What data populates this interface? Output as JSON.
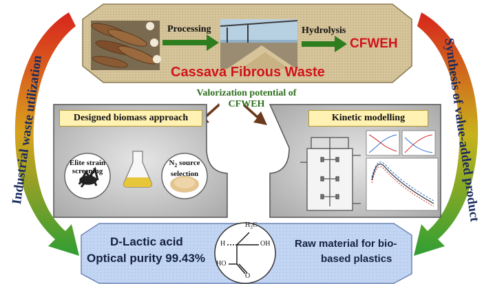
{
  "top": {
    "process_label": "Processing",
    "hydrolysis_label": "Hydrolysis",
    "product_label": "CFWEH",
    "source_label": "Cassava Fibrous Waste"
  },
  "center": {
    "line1": "Valorization potential of",
    "line2": "CFWEH"
  },
  "left_panel": {
    "title": "Designed biomass approach",
    "strain_label_1": "Elite strain",
    "strain_label_2": "screening",
    "n2_label_1": "N",
    "n2_label_sub": "2",
    "n2_label_2": " source",
    "n2_label_3": "selection"
  },
  "right_panel": {
    "title": "Kinetic modelling"
  },
  "side": {
    "left_text": "Industrial waste utilization",
    "right_text": "Synthesis of value-added product"
  },
  "bottom": {
    "line1": "D-Lactic acid",
    "line2": "Optical purity 99.43%",
    "right_line1": "Raw material for bio-",
    "right_line2": "based plastics",
    "mol_h3c": "H",
    "mol_h3c_sub": "3",
    "mol_h3c_c": "C",
    "mol_h": "H",
    "mol_oh": "OH",
    "mol_ho": "HO",
    "mol_o": "O"
  },
  "colors": {
    "arrow_red": "#d8241d",
    "arrow_green": "#2f9e33",
    "banner_fill": "#d9c9a3",
    "panel_fill": "#c9c9c9",
    "bottom_fill": "#c4d6f2",
    "title_fill": "#fff2b3",
    "cfweh_red": "#d0131b",
    "center_green": "#2c6f1d"
  }
}
